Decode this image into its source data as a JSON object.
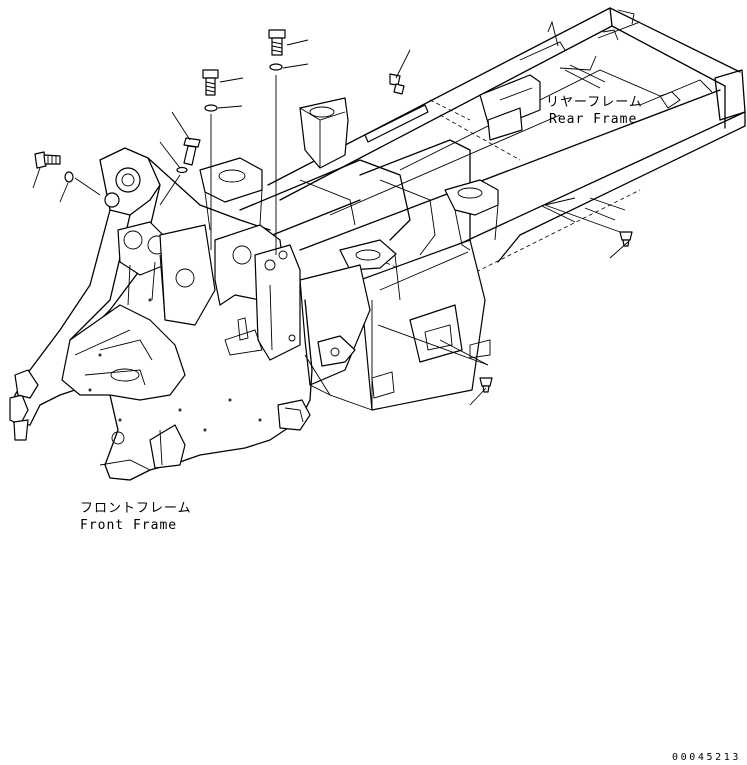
{
  "labels": {
    "rear_frame_jp": "リヤーフレーム",
    "rear_frame_en": "Rear Frame",
    "front_frame_jp": "フロントフレーム",
    "front_frame_en": "Front Frame"
  },
  "drawing_number": "00045213"
}
